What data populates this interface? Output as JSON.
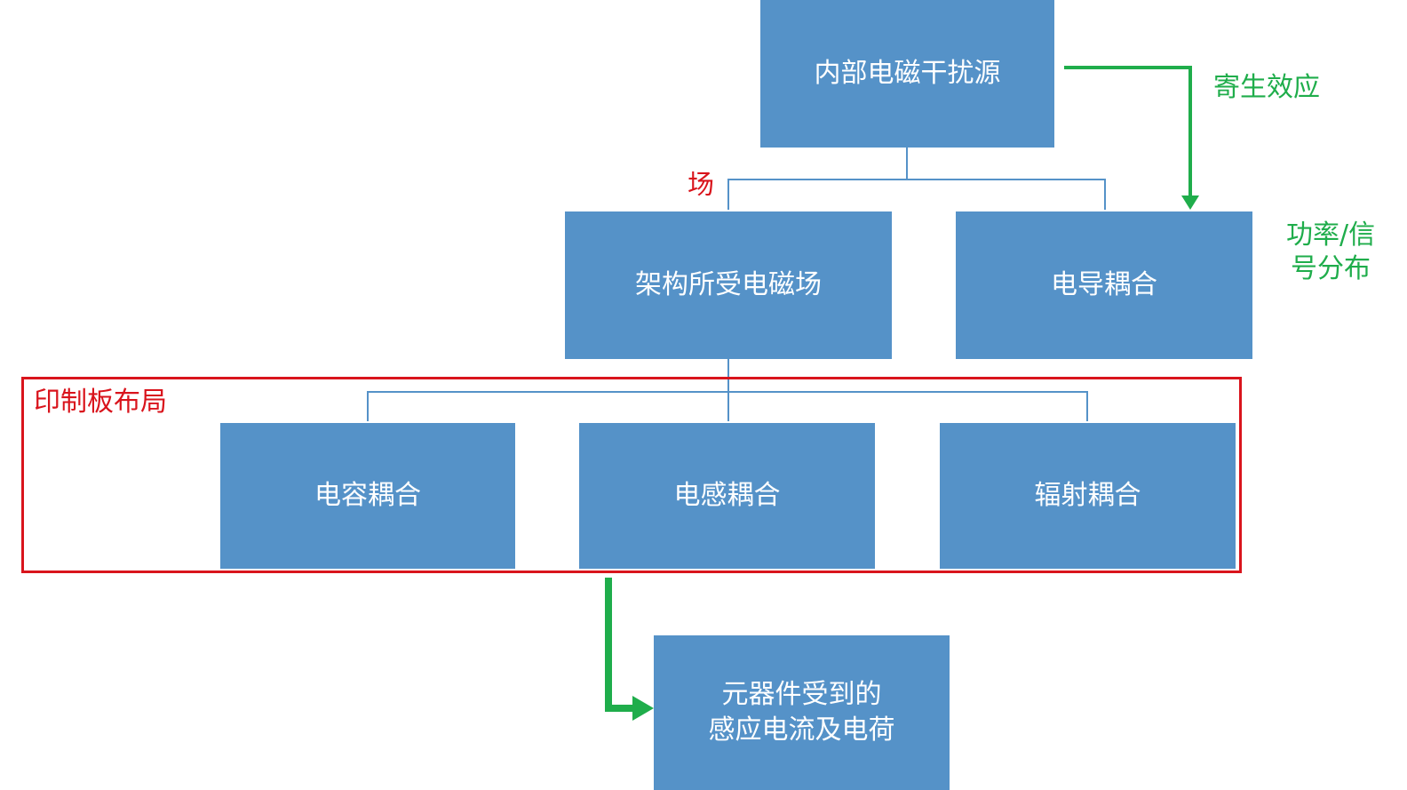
{
  "nodes": {
    "source": "内部电磁干扰源",
    "field": "架构所受电磁场",
    "conductive": "电导耦合",
    "capacitive": "电容耦合",
    "inductive": "电感耦合",
    "radiative": "辐射耦合",
    "result_line1": "元器件受到的",
    "result_line2": "感应电流及电荷"
  },
  "labels": {
    "parasitic": "寄生效应",
    "power_signal_line1": "功率/信",
    "power_signal_line2": "号分布",
    "field_short": "场",
    "pcb_layout": "印制板布局"
  },
  "colors": {
    "box_fill": "#5592c8",
    "connector": "#5592c8",
    "green_arrow": "#1fad4b",
    "red_frame": "#d9141c"
  }
}
